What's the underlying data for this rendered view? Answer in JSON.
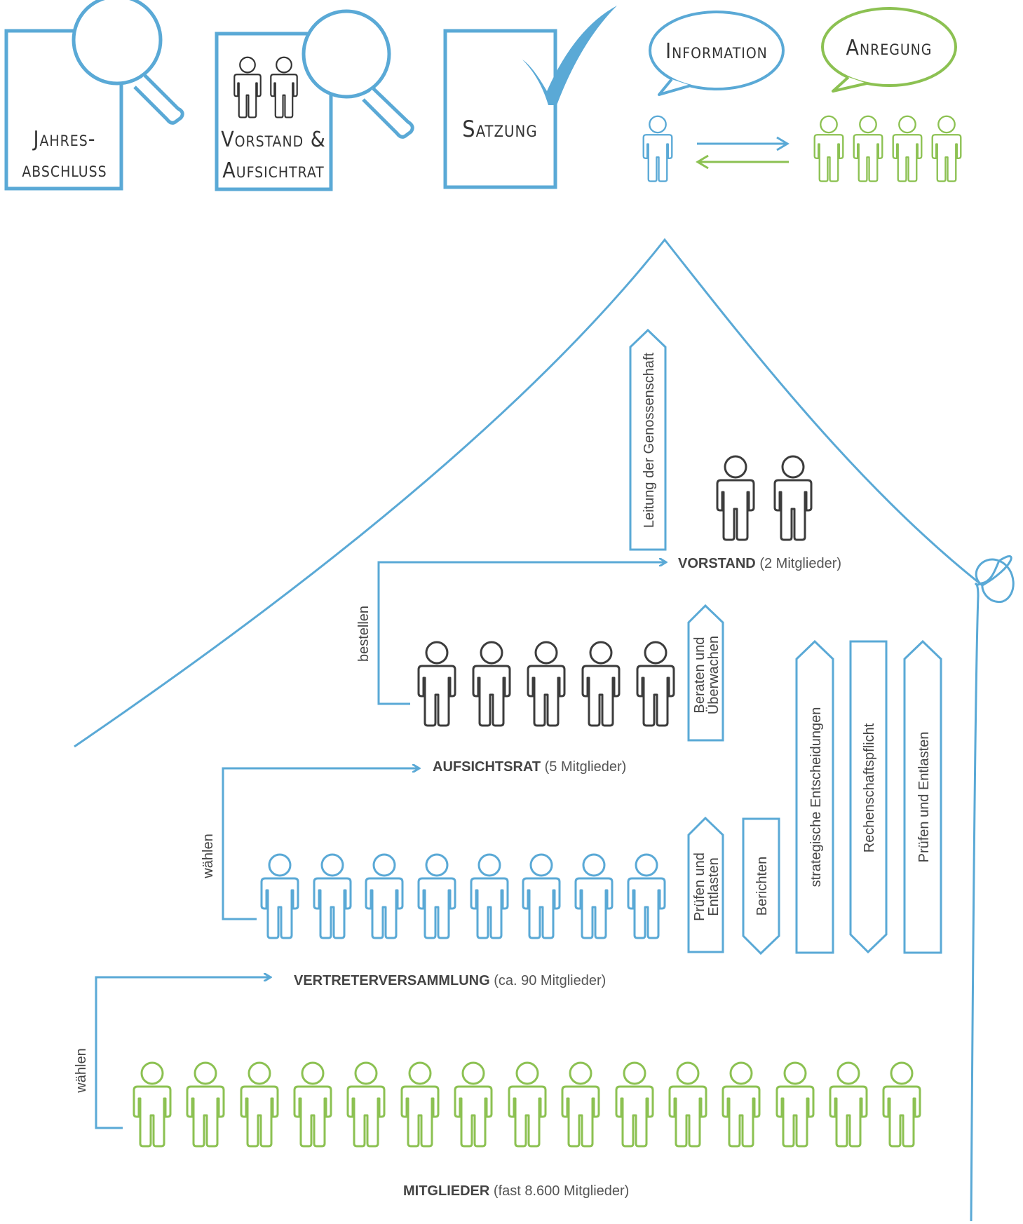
{
  "top_icons": {
    "jahresabschluss": {
      "line1": "Jahres-",
      "line2": "abschluss"
    },
    "vorstand_aufsichtrat": {
      "line1": "Vorstand &",
      "line2": "Aufsichtrat"
    },
    "satzung": {
      "label": "Satzung"
    },
    "information": {
      "label": "Information"
    },
    "anregung": {
      "label": "Anregung"
    }
  },
  "levels": {
    "vorstand": {
      "name": "VORSTAND",
      "count": "(2 Mitglieder)"
    },
    "aufsichtsrat": {
      "name": "AUFSICHTSRAT",
      "count": "(5 Mitglieder)"
    },
    "vertreterversammlung": {
      "name": "VERTRETERVERSAMMLUNG",
      "count": "(ca. 90 Mitglieder)"
    },
    "mitglieder": {
      "name": "MITGLIEDER",
      "count": "(fast 8.600 Mitglieder)"
    }
  },
  "flows": {
    "bestellen": "bestellen",
    "waehlen_1": "wählen",
    "waehlen_2": "wählen"
  },
  "arrows": {
    "leitung": "Leitung der Genossenschaft",
    "beraten_1": "Beraten und",
    "beraten_2": "Überwachen",
    "pruefen_1": "Prüfen und",
    "pruefen_2": "Entlasten",
    "berichten": "Berichten",
    "strategische": "strategische Entscheidungen",
    "rechenschaft": "Rechenschaftspflicht",
    "pruefen_entlasten": "Prüfen und Entlasten"
  },
  "colors": {
    "blue": "#5aa9d6",
    "green": "#8cc152",
    "dark": "#3c3c3c",
    "text": "#555555"
  }
}
